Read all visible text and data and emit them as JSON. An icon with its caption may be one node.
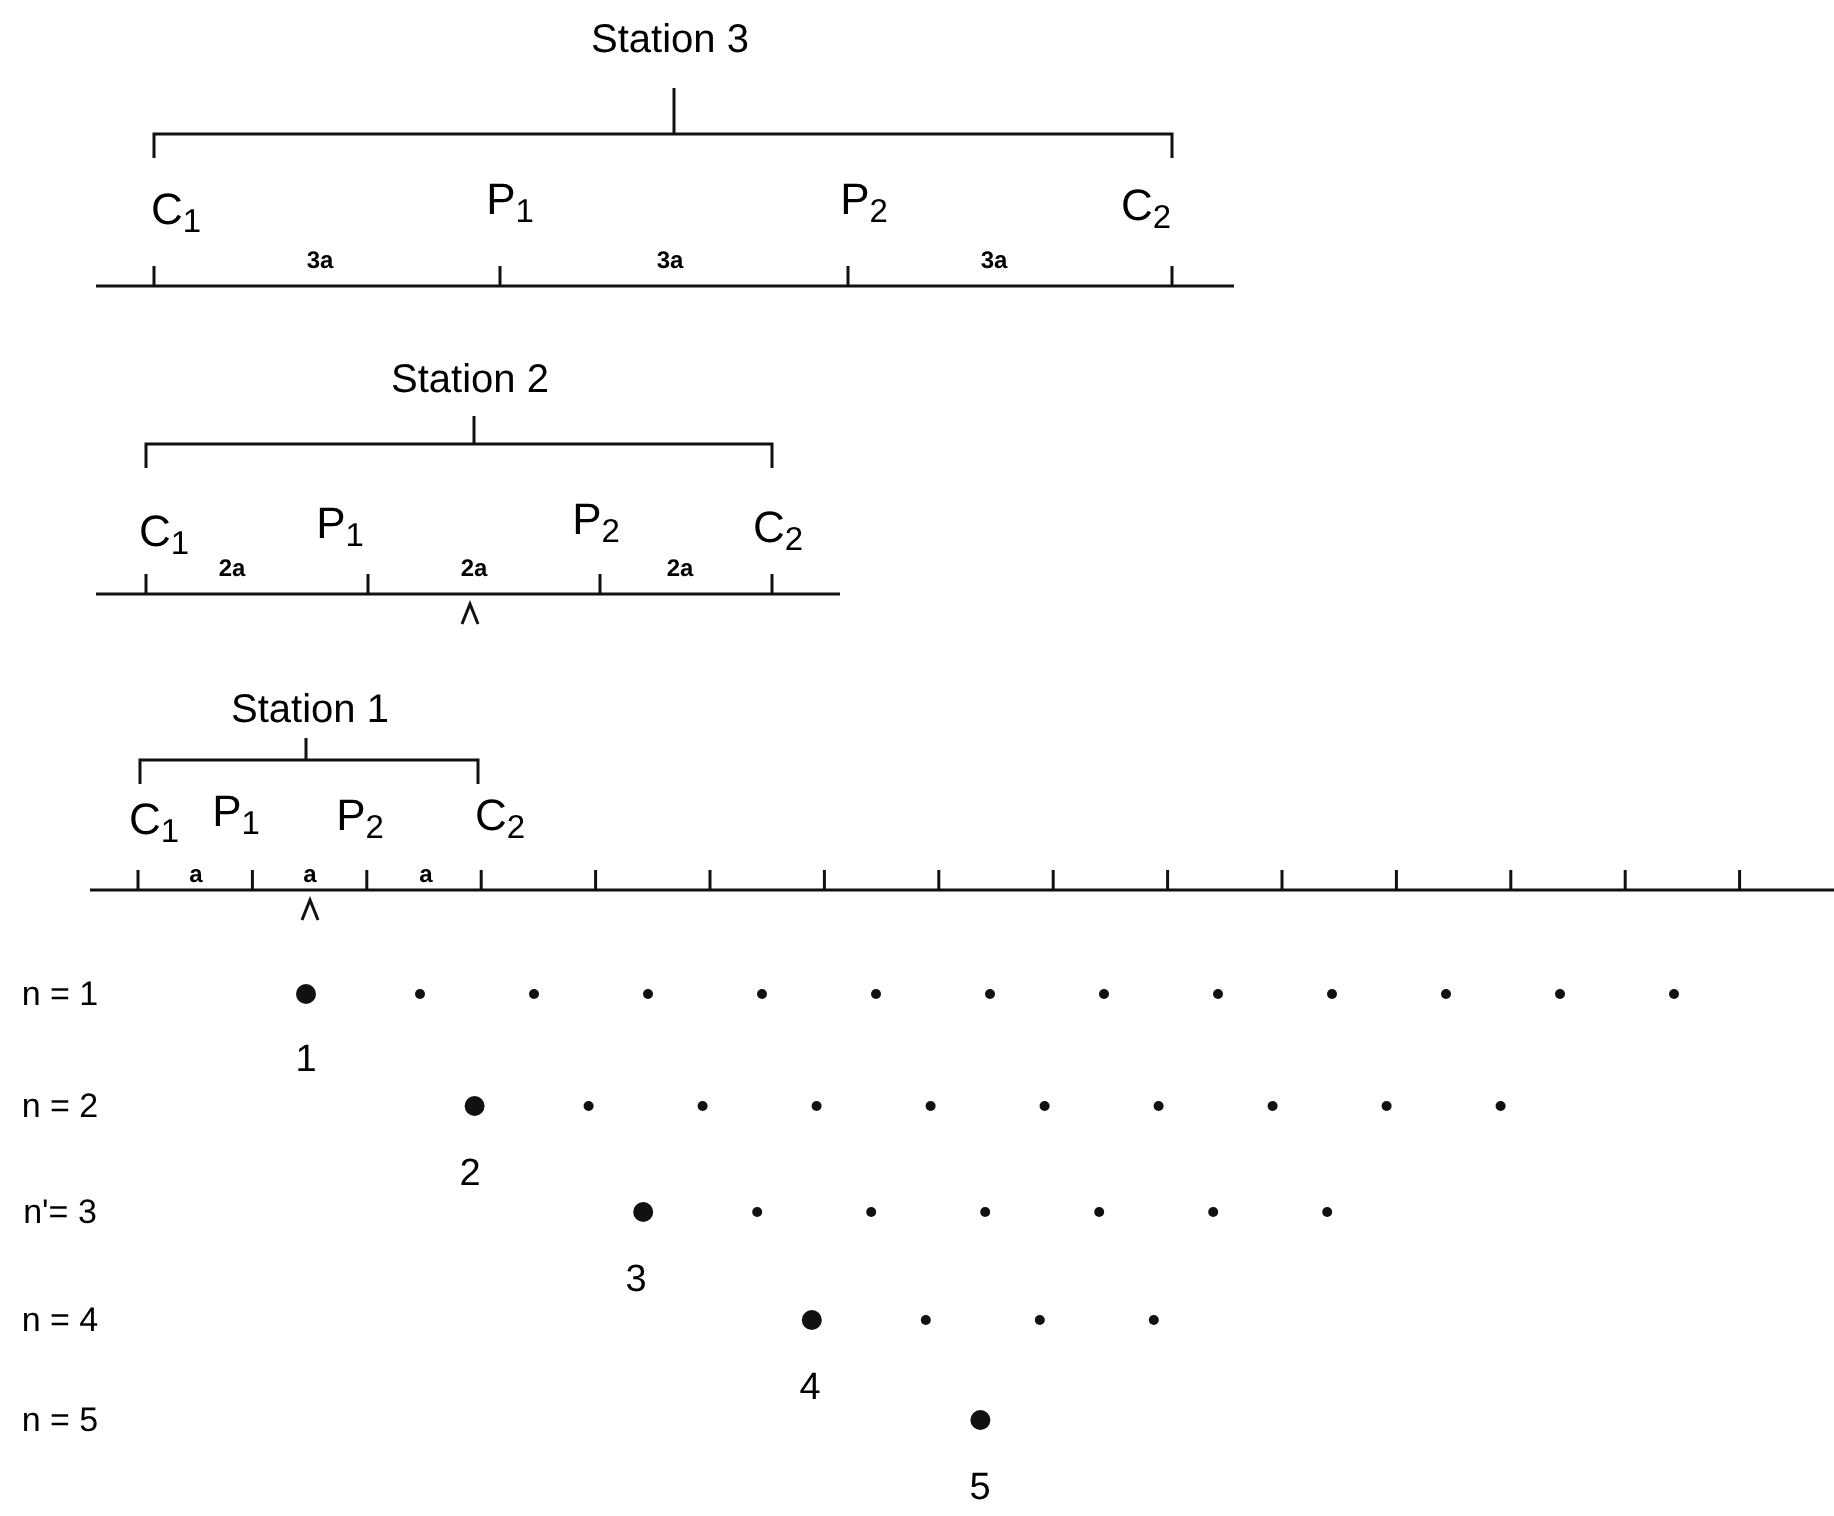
{
  "diagram": {
    "labels": [
      "Station 3",
      "C$_{1}$",
      "P$_{1}$",
      "P$_{2}$",
      "C$_{2}$",
      "3a",
      "3a",
      "3a",
      "Station 2",
      "C$_{1}$",
      "2a",
      "P$_{1}$",
      "2a",
      "P$_{2}$",
      "2a",
      "C$_{2}$",
      "Station 1",
      "C$_{1}$",
      "P$_{1}$",
      "P$_{2}$",
      "C$_{2}$",
      "a",
      "a",
      "a",
      "n = 1",
      "1",
      "n = 2",
      "2",
      "n'= 3",
      "3",
      "n = 4",
      "4",
      "n = 5",
      "5"
    ]
  }
}
